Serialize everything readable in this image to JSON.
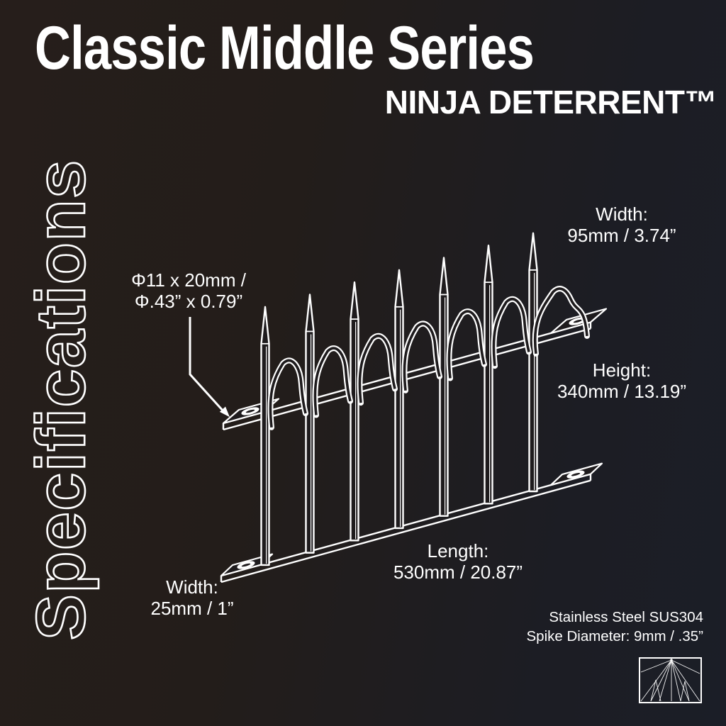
{
  "page": {
    "title": "Classic Middle Series",
    "brand": "NINJA DETERRENT™",
    "ink": "#ffffff",
    "bg_left": "#261e1b",
    "bg_right": "#1b1e27"
  },
  "sidebar": {
    "label": "Specifications"
  },
  "diagram": {
    "type": "line-drawing",
    "product": "anti-climb spike strip",
    "spike_count": 7,
    "arch_count": 7,
    "callouts": {
      "mount_hole": {
        "line1": "Φ11 x 20mm /",
        "line2": "Φ.43” x 0.79”"
      },
      "width_top": {
        "name": "Width:",
        "value": "95mm / 3.74”"
      },
      "height": {
        "name": "Height:",
        "value": "340mm / 13.19”"
      },
      "length": {
        "name": "Length:",
        "value": "530mm / 20.87”"
      },
      "width_base": {
        "name": "Width:",
        "value": "25mm / 1”"
      }
    }
  },
  "notes": {
    "material": "Stainless Steel SUS304",
    "spike_diameter": "Spike Diameter: 9mm / .35”"
  },
  "logo": {
    "icon": "spike-fan-logo"
  }
}
